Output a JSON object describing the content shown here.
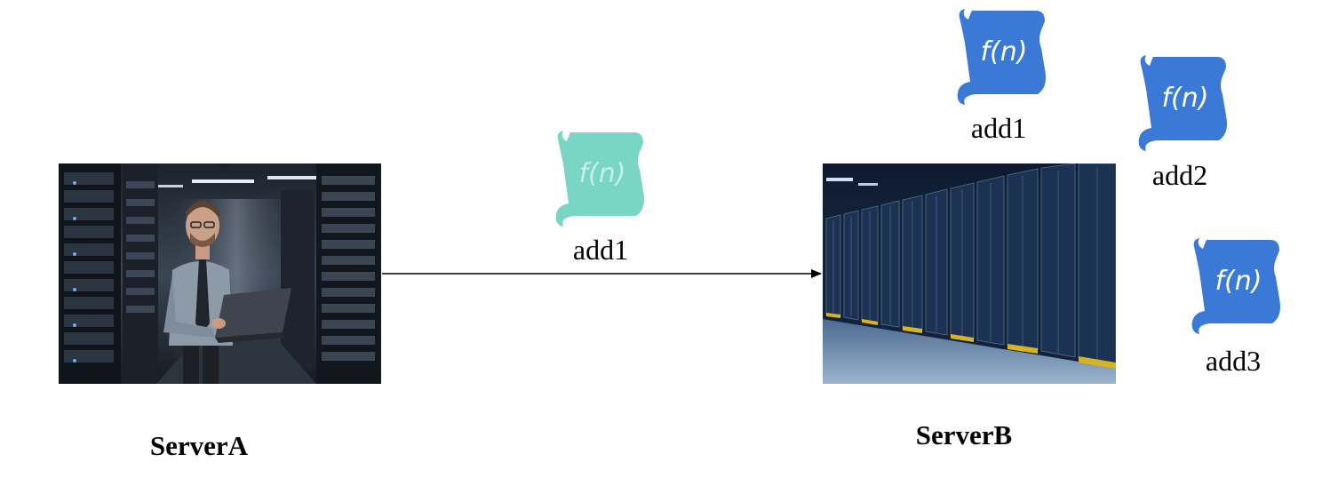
{
  "servers": {
    "a": {
      "label": "ServerA"
    },
    "b": {
      "label": "ServerB"
    }
  },
  "transfer": {
    "function": {
      "glyph": "f(n)",
      "label": "add1",
      "color": "#79d5c4"
    }
  },
  "server_b_functions": [
    {
      "glyph": "f(n)",
      "label": "add1",
      "color": "#3b79d6"
    },
    {
      "glyph": "f(n)",
      "label": "add2",
      "color": "#3b79d6"
    },
    {
      "glyph": "f(n)",
      "label": "add3",
      "color": "#3b79d6"
    }
  ],
  "icons": {
    "server_a_photo": "technician-with-laptop-in-datacenter-photo",
    "server_b_photo": "datacenter-server-racks-photo",
    "function": "scroll-function-icon"
  }
}
